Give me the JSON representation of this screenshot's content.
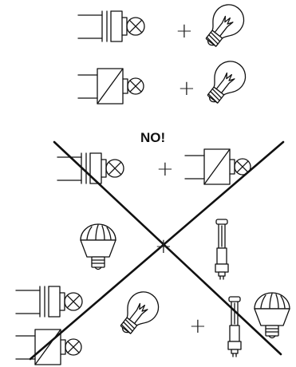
{
  "diagram": {
    "warning_label": "NO!",
    "operator_symbol": "+",
    "component_icons": [
      "transformer-with-lamp-symbol",
      "converter-with-lamp-symbol",
      "incandescent-bulb-icon",
      "led-bulb-icon",
      "fluorescent-tube-icon"
    ],
    "rows": [
      {
        "name": "row-transformer-incandescent",
        "allowed": true,
        "items": [
          "transformer-with-lamp-symbol",
          "+",
          "incandescent-bulb-icon"
        ]
      },
      {
        "name": "row-converter-incandescent",
        "allowed": true,
        "items": [
          "converter-with-lamp-symbol",
          "+",
          "incandescent-bulb-icon"
        ]
      },
      {
        "name": "row-transformer-converter",
        "allowed": false,
        "items": [
          "transformer-with-lamp-symbol",
          "+",
          "converter-with-lamp-symbol"
        ]
      },
      {
        "name": "row-led-fluorescent",
        "allowed": false,
        "items": [
          "led-bulb-icon",
          "+",
          "fluorescent-tube-icon"
        ]
      },
      {
        "name": "row-mixed-sources",
        "allowed": false,
        "items": [
          "transformer-with-lamp-symbol",
          "converter-with-lamp-symbol",
          "incandescent-bulb-icon",
          "+",
          "fluorescent-tube-icon",
          "led-bulb-icon"
        ]
      }
    ],
    "colors": {
      "stroke": "#111111",
      "background": "#ffffff"
    }
  }
}
